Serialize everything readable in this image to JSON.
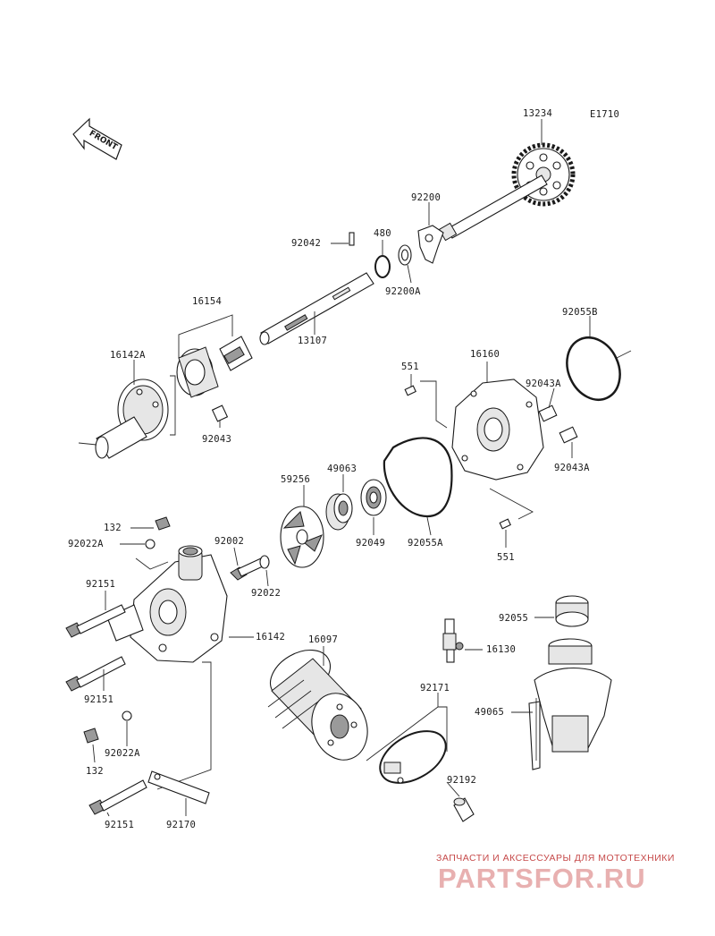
{
  "diagram": {
    "code": "E1710",
    "front_label": "FRONT",
    "part_labels": {
      "p13234": "13234",
      "p92200": "92200",
      "p480": "480",
      "p92042": "92042",
      "p92200A": "92200A",
      "p16154": "16154",
      "p13107": "13107",
      "p16142A": "16142A",
      "p92043": "92043",
      "p92055B": "92055B",
      "p16160": "16160",
      "p551_top": "551",
      "p92043A_top": "92043A",
      "p92043A_bot": "92043A",
      "p59256": "59256",
      "p49063": "49063",
      "p92049": "92049",
      "p92055A": "92055A",
      "p551_bot": "551",
      "p132_top": "132",
      "p92022A_top": "92022A",
      "p92002": "92002",
      "p92022": "92022",
      "p92151_a": "92151",
      "p16142": "16142",
      "p16097": "16097",
      "p92055": "92055",
      "p16130": "16130",
      "p92151_b": "92151",
      "p92171": "92171",
      "p49065": "49065",
      "p92022A_bot": "92022A",
      "p132_bot": "132",
      "p92192": "92192",
      "p92151_c": "92151",
      "p92170": "92170"
    }
  },
  "watermark": {
    "line1": "ЗАПЧАСТИ И АКСЕССУАРЫ ДЛЯ МОТОТЕХНИКИ",
    "line2": "PARTSFOR.RU",
    "color": "#c64a4a"
  }
}
